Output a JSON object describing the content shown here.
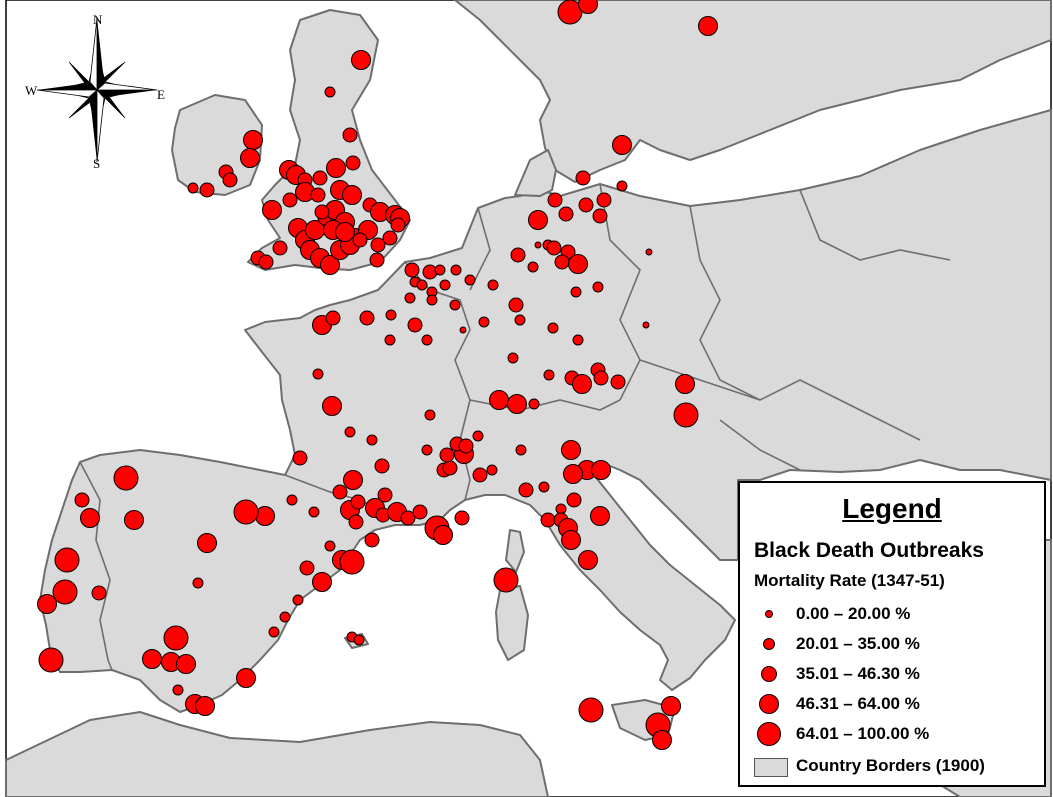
{
  "map": {
    "colors": {
      "sea": "#ffffff",
      "land": "#dadada",
      "border": "#6e6e6e",
      "marker": "#ff0000",
      "marker_outline": "#000000"
    },
    "compass": {
      "n": "N",
      "s": "S",
      "e": "E",
      "w": "W"
    }
  },
  "legend": {
    "title": "Legend",
    "layer_title": "Black Death Outbreaks",
    "field_title": "Mortality Rate (1347-51)",
    "classes": [
      {
        "label": "0.00 – 20.00 %"
      },
      {
        "label": "20.01 – 35.00 %"
      },
      {
        "label": "35.01 – 46.30 %"
      },
      {
        "label": "46.31 – 64.00 %"
      },
      {
        "label": "64.01 – 100.00 %"
      }
    ],
    "borders_label": "Country Borders (1900)"
  }
}
